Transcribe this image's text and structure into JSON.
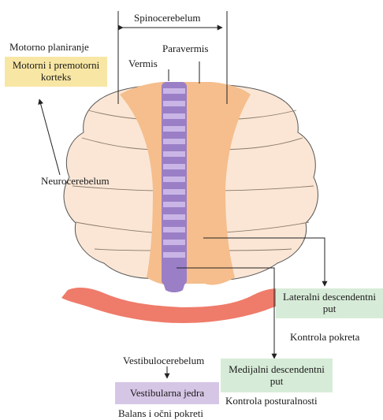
{
  "labels": {
    "spinocerebelum": "Spinocerebelum",
    "motorno_planiranje": "Motorno planiranje",
    "paravermis": "Paravermis",
    "vermis": "Vermis",
    "neurocerebelum": "Neurocerebelum",
    "kontrola_pokreta": "Kontrola pokreta",
    "vestibulocerebelum": "Vestibulocerebelum",
    "kontrola_posturalnosti": "Kontrola posturalnosti",
    "balans": "Balans i očni pokreti"
  },
  "boxes": {
    "motorni_line1": "Motorni i premotorni",
    "motorni_line2": "korteks",
    "lateralni_line1": "Lateralni descendentni",
    "lateralni_line2": "put",
    "medijalni_line1": "Medijalni descendentni",
    "medijalni_line2": "put",
    "vestibularna": "Vestibularna jedra"
  },
  "colors": {
    "hemisphere": "#fbe6d5",
    "paravermis": "#f5be8c",
    "vermis": "#9a7fc6",
    "vermis_band": "#c9b6e6",
    "nucleus": "#ef7b6a",
    "box_yellow": "#f8e6a4",
    "box_green": "#d7ecd8",
    "box_purple": "#d6c6e6",
    "line": "#333333"
  }
}
